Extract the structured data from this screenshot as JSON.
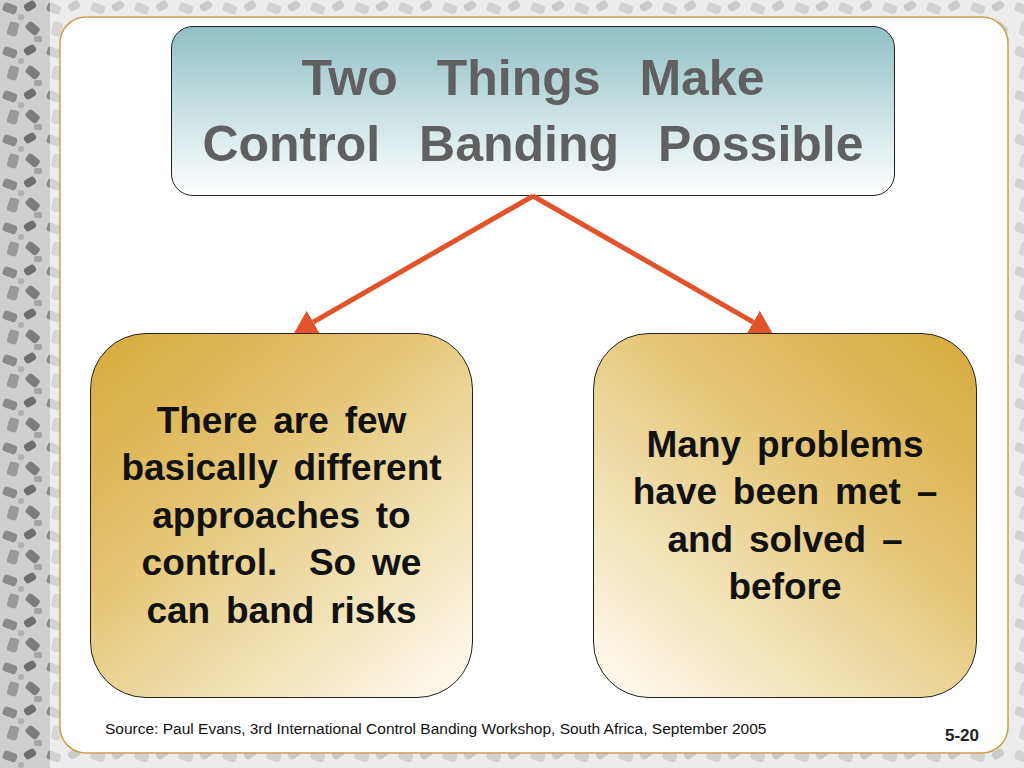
{
  "diagram": {
    "nodes": [
      {
        "text": [
          "Two Things Make Control Banding Possible"
        ]
      },
      {
        "text": [
          "There are few basically different approaches to control.  So we can band risks"
        ]
      },
      {
        "text": [
          "Many problems have been met – and solved – before"
        ]
      }
    ],
    "edges": [
      {
        "from": 0,
        "to": 1,
        "arrow": "to"
      },
      {
        "from": 0,
        "to": 2,
        "arrow": "to"
      }
    ],
    "labels": [
      "Source: Paul Evans, 3rd International Control Banding Workshop, South Africa, September 2005",
      "5-20"
    ]
  }
}
